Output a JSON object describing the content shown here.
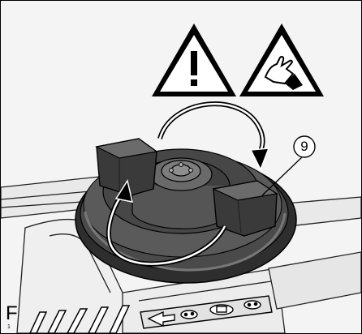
{
  "figure_letter": "F",
  "figure_sub": "1",
  "callout_number": "9",
  "icons": {
    "warning": "exclamation-warning-icon",
    "hand": "hand-protection-warning-icon"
  },
  "colors": {
    "part_dark": "#3d3d3d",
    "part_mid": "#555555",
    "part_light": "#8a8a8a",
    "line": "#000000"
  }
}
